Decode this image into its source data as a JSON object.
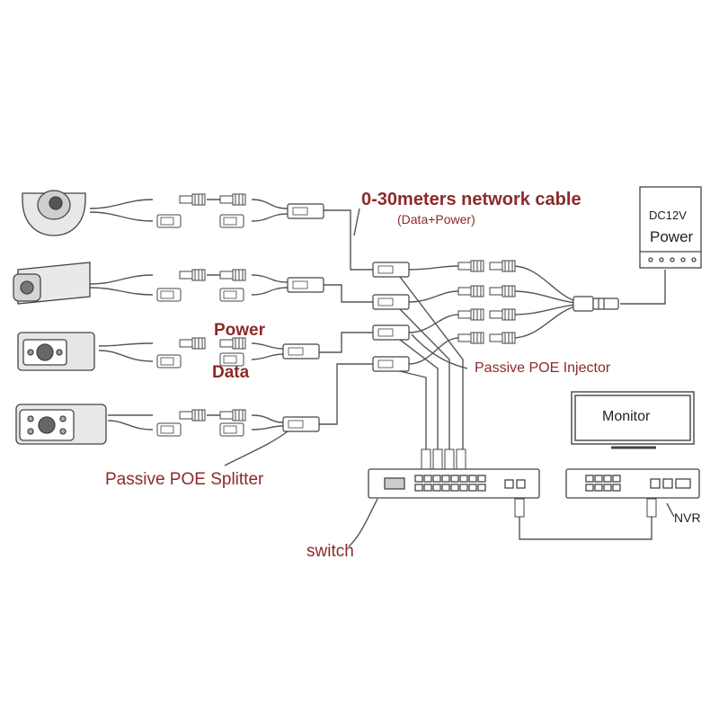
{
  "labels": {
    "network_cable": "0-30meters network cable",
    "network_cable_note": "(Data+Power)",
    "dc_voltage": "DC12V",
    "power_supply": "Power",
    "power": "Power",
    "data": "Data",
    "injector": "Passive POE Injector",
    "splitter": "Passive POE Splitter",
    "switch": "switch",
    "monitor": "Monitor",
    "nvr": "NVR"
  },
  "colors": {
    "label_red": "#8c2a2a",
    "line": "#555555"
  }
}
